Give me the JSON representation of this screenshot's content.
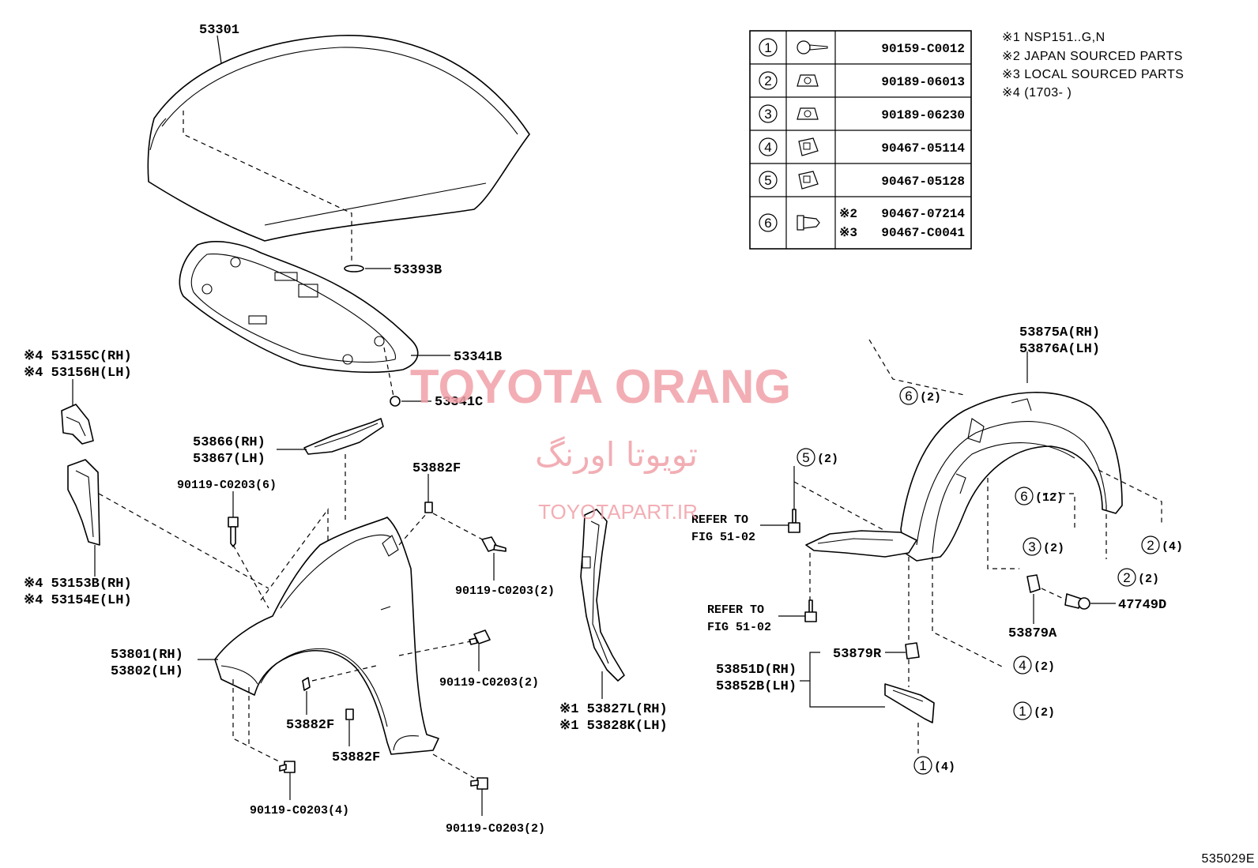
{
  "watermark": {
    "title": "TOYOTA ORANG",
    "persian": "تویوتا اورنگ",
    "url": "TOYOTAPART.IR"
  },
  "figure_code": "535029E",
  "notes": [
    "※1 NSP151..G,N",
    "※2 JAPAN SOURCED PARTS",
    "※3 LOCAL SOURCED PARTS",
    "※4 (1703-    )"
  ],
  "fastener_table": [
    {
      "ref": "1",
      "icon": "screw-icon",
      "part": "90159-C0012"
    },
    {
      "ref": "2",
      "icon": "nut-clip-icon",
      "part": "90189-06013"
    },
    {
      "ref": "3",
      "icon": "nut-clip-icon",
      "part": "90189-06230"
    },
    {
      "ref": "4",
      "icon": "u-nut-icon",
      "part": "90467-05114"
    },
    {
      "ref": "5",
      "icon": "u-nut-icon",
      "part": "90467-05128"
    },
    {
      "ref": "6",
      "icon": "push-clip-icon",
      "part_a_note": "※2",
      "part_a": "90467-07214",
      "part_b_note": "※3",
      "part_b": "90467-C0041"
    }
  ],
  "labels": {
    "hood": "53301",
    "hood_seal": "53393B",
    "hood_insulator": "53341B",
    "insulator_clip": "53341C",
    "bracket_rh": "※4 53155C(RH)",
    "bracket_lh": "※4 53156H(LH)",
    "fender_seal_rh": "53866(RH)",
    "fender_seal_lh": "53867(LH)",
    "bolt_6": "90119-C0203(6)",
    "plate_top": "53882F",
    "bolt_2a": "90119-C0203(2)",
    "apron_rh": "※4 53153B(RH)",
    "apron_lh": "※4 53154E(LH)",
    "fender_rh": "53801(RH)",
    "fender_lh": "53802(LH)",
    "bolt_2b": "90119-C0203(2)",
    "plate_mid": "53882F",
    "plate_bot": "53882F",
    "bolt_4": "90119-C0203(4)",
    "bolt_2c": "90119-C0203(2)",
    "side_seal_rh": "※1 53827L(RH)",
    "side_seal_lh": "※1 53828K(LH)",
    "liner_rh": "53875A(RH)",
    "liner_lh": "53876A(LH)",
    "refer_1a": "REFER TO",
    "refer_1b": "FIG 51-02",
    "refer_2a": "REFER TO",
    "refer_2b": "FIG 51-02",
    "mudguard_rh": "53851D(RH)",
    "mudguard_lh": "53852B(LH)",
    "mudguard_nut": "53879R",
    "liner_nut": "53879A",
    "liner_clip": "47749D"
  },
  "callouts": [
    {
      "num": "6",
      "qty": "(2)"
    },
    {
      "num": "5",
      "qty": "(2)"
    },
    {
      "num": "6",
      "qty": "(12)"
    },
    {
      "num": "3",
      "qty": "(2)"
    },
    {
      "num": "2",
      "qty": "(4)"
    },
    {
      "num": "2",
      "qty": "(2)"
    },
    {
      "num": "4",
      "qty": "(2)"
    },
    {
      "num": "1",
      "qty": "(2)"
    },
    {
      "num": "1",
      "qty": "(4)"
    }
  ]
}
